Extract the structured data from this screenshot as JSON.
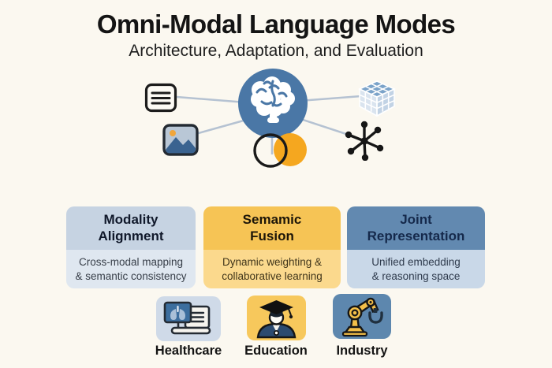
{
  "page": {
    "background_color": "#fbf8f0"
  },
  "header": {
    "title": "Omni-Modal Language Modes",
    "subtitle": "Architecture, Adaptation, and Evaluation"
  },
  "diagram": {
    "center": {
      "icon": "brain-icon",
      "color": "#4a77a6"
    },
    "nodes": [
      {
        "icon": "document-icon"
      },
      {
        "icon": "image-icon"
      },
      {
        "icon": "cube-icon"
      },
      {
        "icon": "network-icon"
      },
      {
        "icon": "venn-overlap-icon",
        "accent_color": "#f5a71f"
      }
    ],
    "connector_color": "#b5c2d2"
  },
  "cards": [
    {
      "title": "Modality\nAlignment",
      "description": "Cross-modal mapping\n& semantic consistency",
      "header_color": "#c6d3e2",
      "body_color": "#dfe7f0"
    },
    {
      "title": "Semamic\nFusion",
      "description": "Dynamic weighting &\ncollaborative learning",
      "header_color": "#f6c455",
      "body_color": "#fbd98d"
    },
    {
      "title": "Joint\nRepresentation",
      "description": "Unified embedding\n& reasoning space",
      "header_color": "#6289b0",
      "body_color": "#c9d8e8"
    }
  ],
  "applications": [
    {
      "label": "Healthcare",
      "icon": "healthcare-monitor-icon",
      "tile_color": "#cfdae8"
    },
    {
      "label": "Education",
      "icon": "graduate-student-icon",
      "tile_color": "#f7c85c"
    },
    {
      "label": "Industry",
      "icon": "robot-arm-icon",
      "tile_color": "#5d87ae"
    }
  ]
}
